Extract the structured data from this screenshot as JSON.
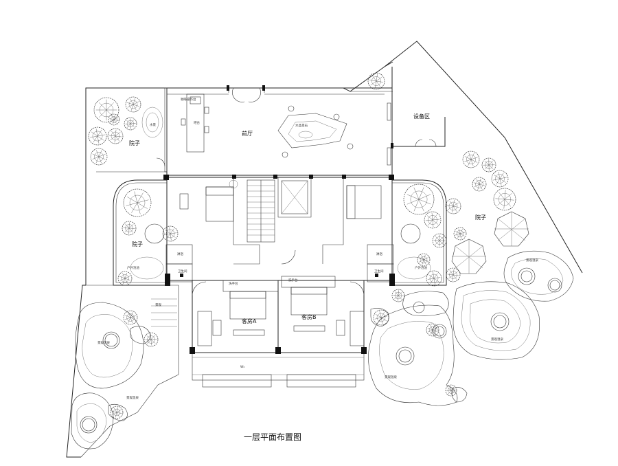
{
  "drawing": {
    "title": "一层平面布置图"
  },
  "rooms": {
    "front_hall": "前厅",
    "equipment_area": "设备区",
    "courtyard_nw": "院子",
    "courtyard_w": "院子",
    "courtyard_e": "院子",
    "guest_room_a": "客房A",
    "guest_room_b": "客房B"
  },
  "annotations": {
    "bar": "咖啡操作台",
    "bar_seat": "吧台",
    "water_feature": "水景",
    "rockery": "水晶景石",
    "outdoor_bath_w": "户外泡池",
    "outdoor_bath_e": "户外泡池",
    "shower_w": "淋浴",
    "shower_e": "淋浴",
    "washroom_w": "卫生间",
    "washroom_e": "卫生间",
    "wash_a": "洗手台",
    "wash_b": "洗手台",
    "terrace_w": "景观",
    "hot_spring_1": "景观温泉",
    "hot_spring_2": "景观温泉",
    "hot_spring_3": "景观温泉",
    "hot_spring_4": "景观温泉",
    "hot_spring_5": "景观温泉",
    "bottom_mark": "W₀"
  }
}
